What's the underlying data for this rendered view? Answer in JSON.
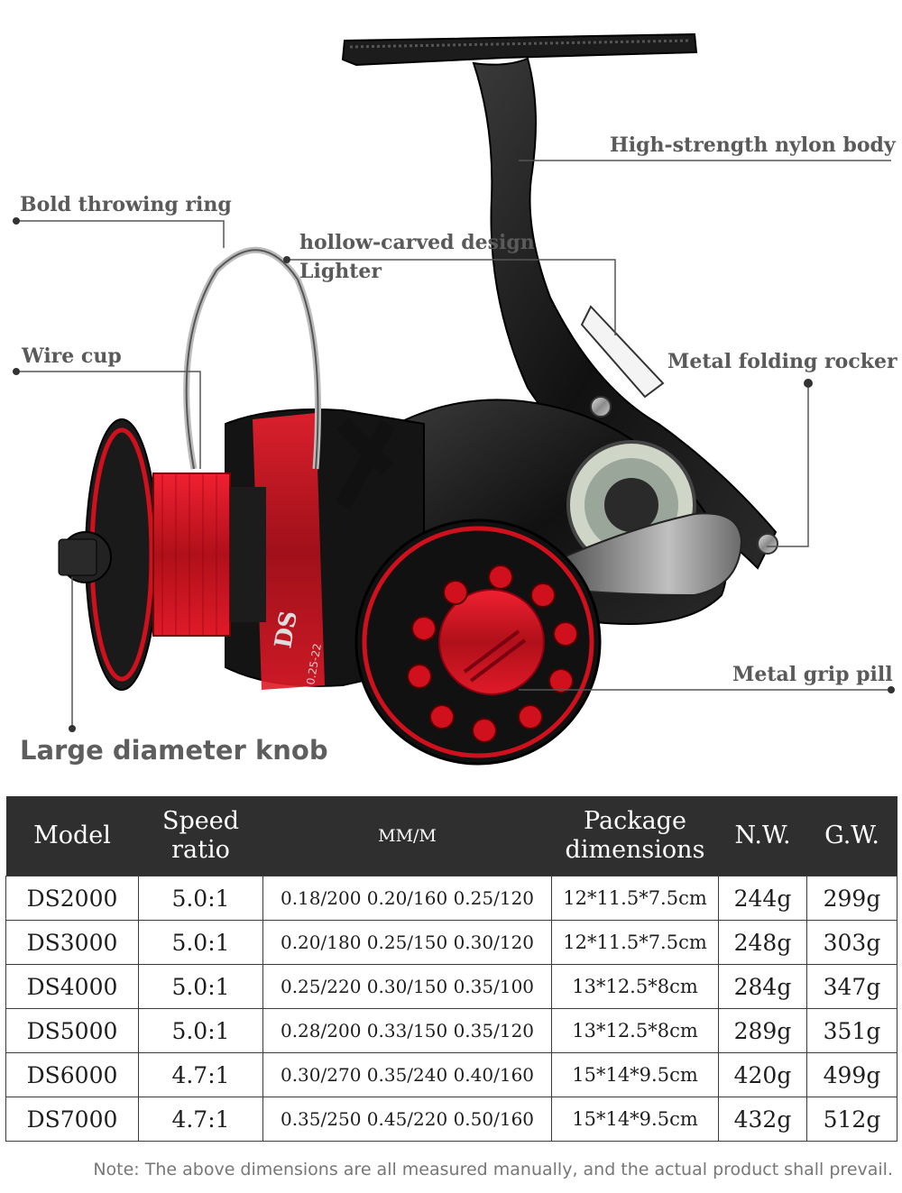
{
  "callouts": {
    "nylon_body": "High-strength nylon body",
    "throwing_ring": "Bold throwing ring",
    "hollow_design_line1": "hollow-carved design",
    "hollow_design_line2": "Lighter",
    "wire_cup": "Wire cup",
    "folding_rocker": "Metal folding rocker",
    "grip_pill": "Metal grip pill",
    "knob": "Large diameter knob"
  },
  "reel_markings": {
    "spool_text": "DS",
    "spool_rating": "0.25-22"
  },
  "colors": {
    "accent_red": "#d0101c",
    "body_black": "#151515",
    "header_bg": "#2f2f2f",
    "callout_text": "#5a5a5a"
  },
  "table": {
    "headers": [
      "Model",
      "Speed ratio",
      "MM/M",
      "Package dimensions",
      "N.W.",
      "G.W."
    ],
    "rows": [
      [
        "DS2000",
        "5.0:1",
        "0.18/200 0.20/160 0.25/120",
        "12*11.5*7.5cm",
        "244g",
        "299g"
      ],
      [
        "DS3000",
        "5.0:1",
        "0.20/180 0.25/150 0.30/120",
        "12*11.5*7.5cm",
        "248g",
        "303g"
      ],
      [
        "DS4000",
        "5.0:1",
        "0.25/220 0.30/150 0.35/100",
        "13*12.5*8cm",
        "284g",
        "347g"
      ],
      [
        "DS5000",
        "5.0:1",
        "0.28/200 0.33/150 0.35/120",
        "13*12.5*8cm",
        "289g",
        "351g"
      ],
      [
        "DS6000",
        "4.7:1",
        "0.30/270 0.35/240 0.40/160",
        "15*14*9.5cm",
        "420g",
        "499g"
      ],
      [
        "DS7000",
        "4.7:1",
        "0.35/250 0.45/220 0.50/160",
        "15*14*9.5cm",
        "432g",
        "512g"
      ]
    ]
  },
  "note": "Note: The above dimensions are all measured manually, and the actual product shall prevail."
}
